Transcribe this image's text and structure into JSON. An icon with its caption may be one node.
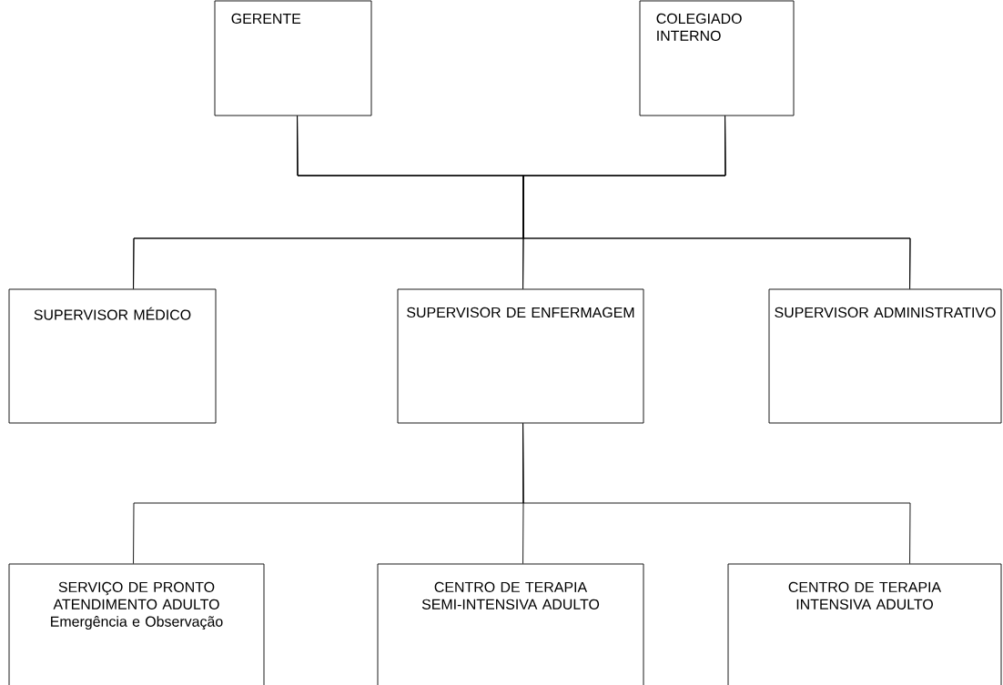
{
  "diagram": {
    "nodes": [
      {
        "text": [
          "GERENTE"
        ]
      },
      {
        "text": [
          "COLEGIADO INTERNO"
        ]
      },
      {
        "text": [
          "SUPERVISOR MÉDICO"
        ]
      },
      {
        "text": [
          "SUPERVISOR DE ENFERMAGEM"
        ]
      },
      {
        "text": [
          "SUPERVISOR ADMINISTRATIVO"
        ]
      },
      {
        "text": [
          "SERVIÇO DE PRONTO ATENDIMENTO ADULTO",
          "Emergência e Observação"
        ]
      },
      {
        "text": [
          "CENTRO DE TERAPIA SEMI-INTENSIVA ADULTO"
        ]
      },
      {
        "text": [
          "CENTRO DE TERAPIA INTENSIVA ADULTO"
        ]
      }
    ],
    "edges": [
      {
        "from": 0,
        "to": 2,
        "arrow": "none"
      },
      {
        "from": 0,
        "to": 3,
        "arrow": "none"
      },
      {
        "from": 0,
        "to": 4,
        "arrow": "none"
      },
      {
        "from": 1,
        "to": 2,
        "arrow": "none"
      },
      {
        "from": 1,
        "to": 3,
        "arrow": "none"
      },
      {
        "from": 1,
        "to": 4,
        "arrow": "none"
      },
      {
        "from": 3,
        "to": 5,
        "arrow": "none"
      },
      {
        "from": 3,
        "to": 6,
        "arrow": "none"
      },
      {
        "from": 3,
        "to": 7,
        "arrow": "none"
      }
    ]
  }
}
